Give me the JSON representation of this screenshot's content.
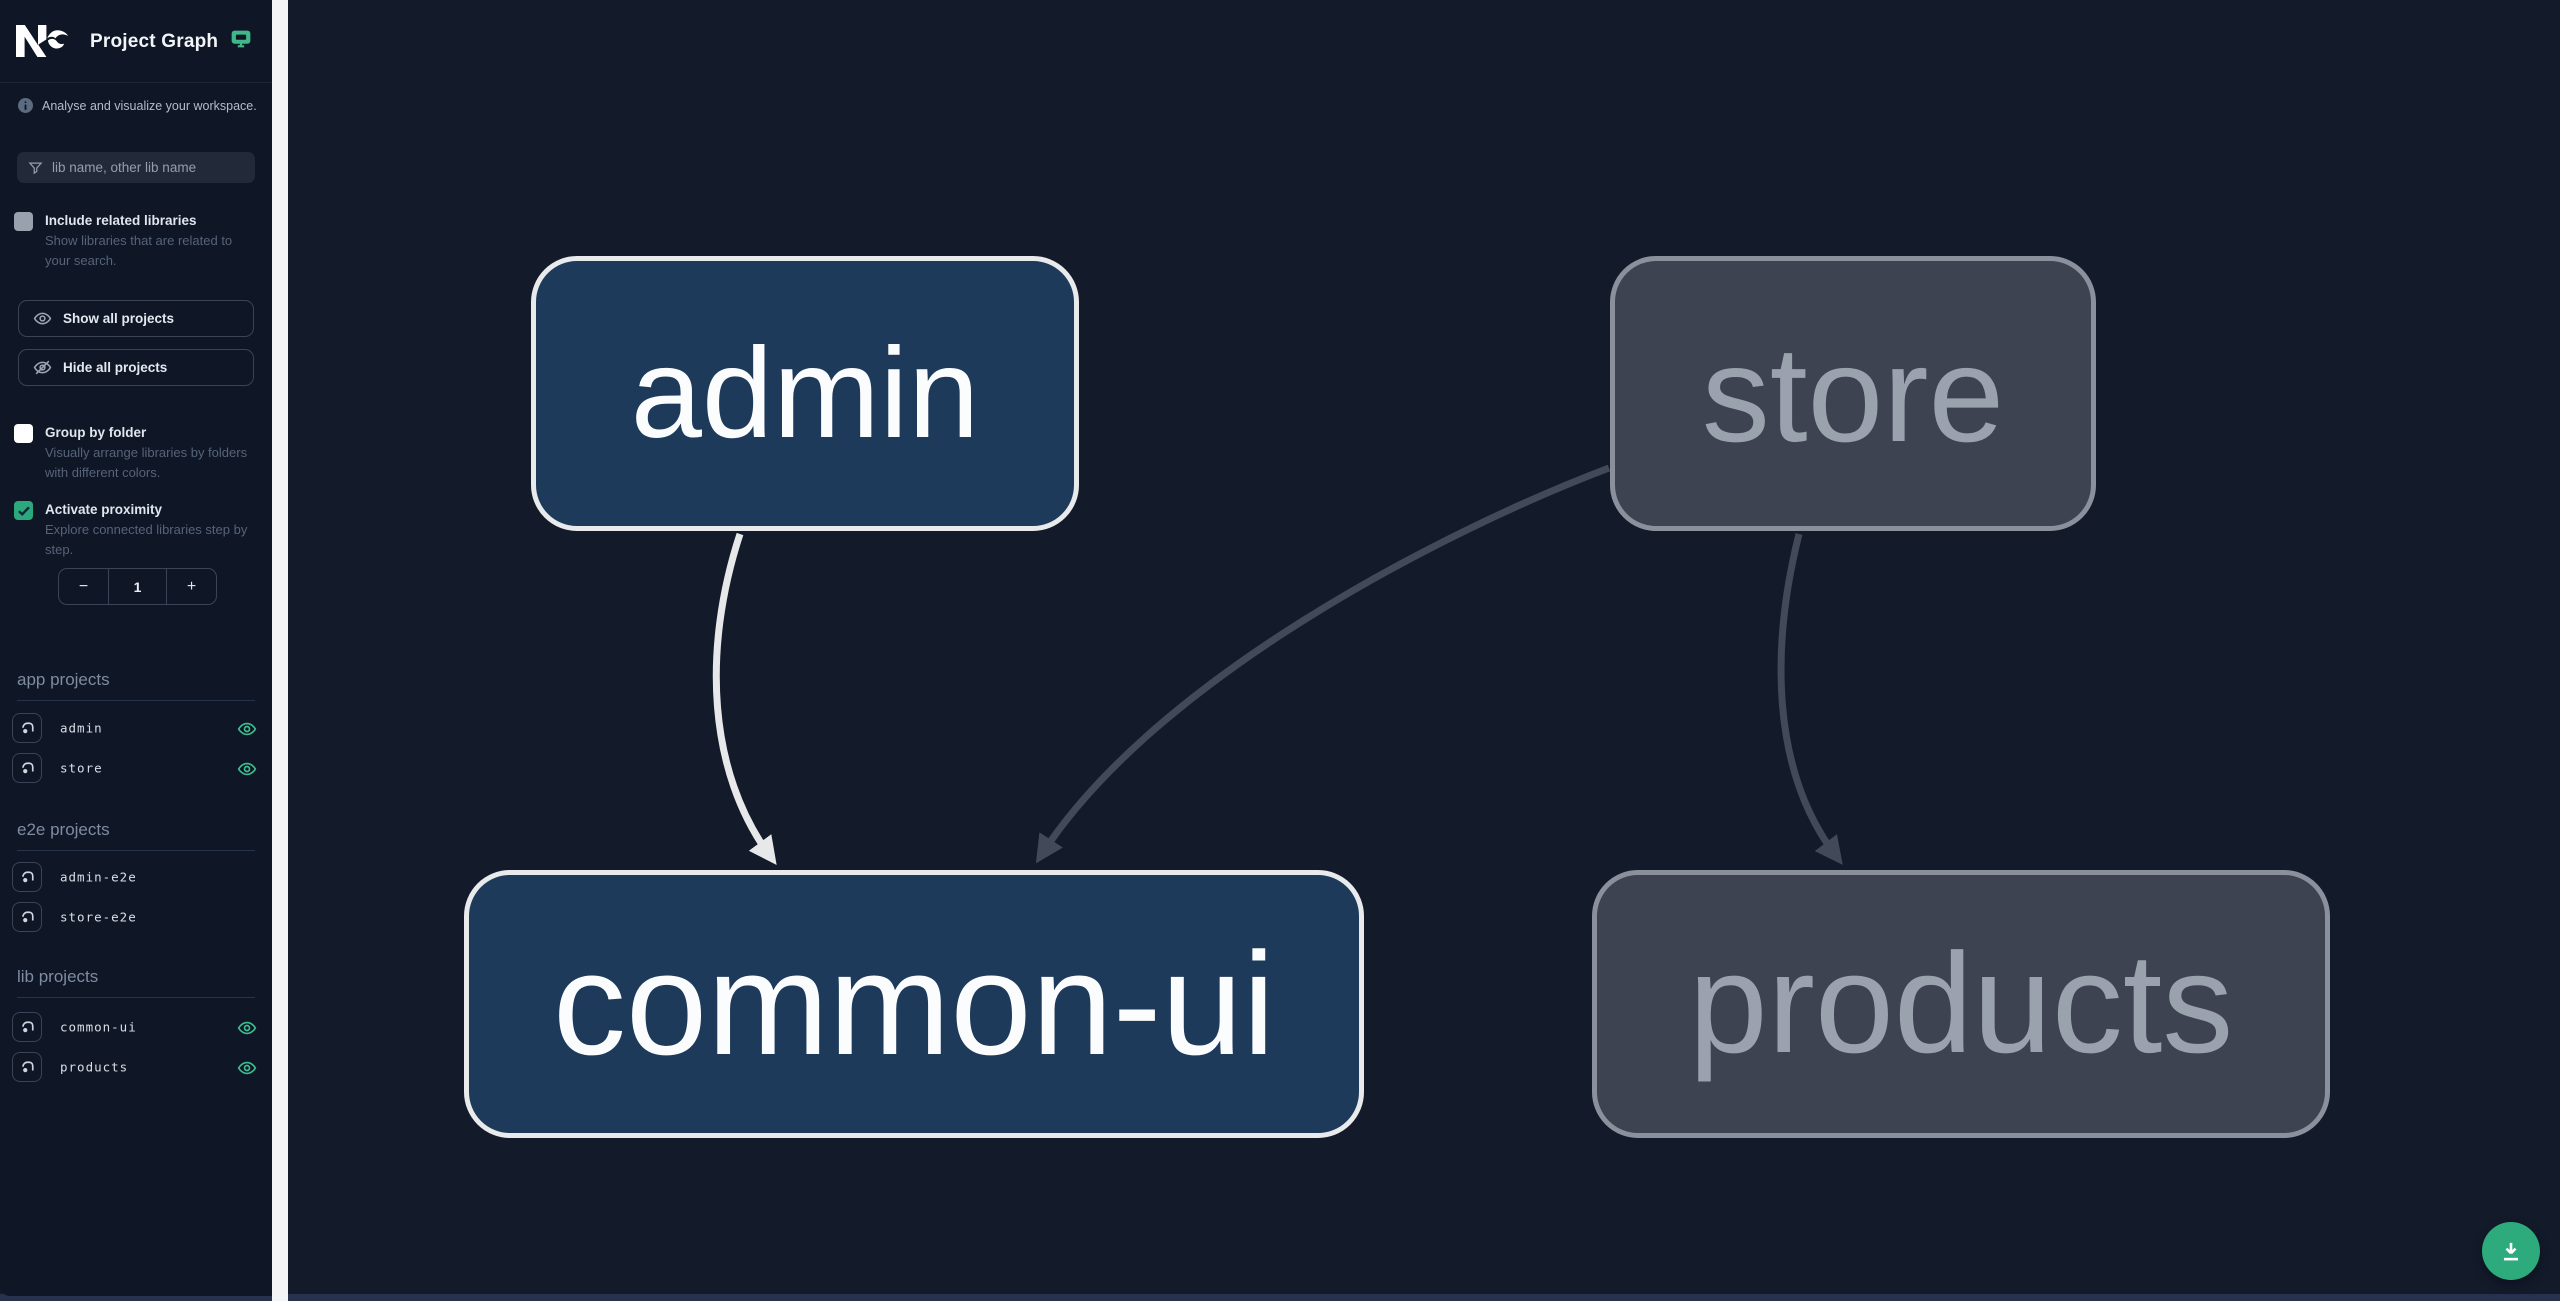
{
  "header": {
    "title": "Project Graph"
  },
  "sidebar": {
    "tagline": "Analyse and visualize your workspace.",
    "search": {
      "placeholder": "lib name, other lib name"
    },
    "options": {
      "include_related": {
        "label": "Include related libraries",
        "description": "Show libraries that are related to your search.",
        "checked": false
      },
      "group_by_folder": {
        "label": "Group by folder",
        "description": "Visually arrange libraries by folders with different colors.",
        "checked": false
      },
      "activate_proximity": {
        "label": "Activate proximity",
        "description": "Explore connected libraries step by step.",
        "checked": true
      }
    },
    "buttons": {
      "show_all": "Show all projects",
      "hide_all": "Hide all projects"
    },
    "proximity_stepper": {
      "decrement": "−",
      "value": "1",
      "increment": "+"
    },
    "sections": [
      {
        "title": "app projects",
        "items": [
          {
            "name": "admin",
            "visible": true
          },
          {
            "name": "store",
            "visible": true
          }
        ]
      },
      {
        "title": "e2e projects",
        "items": [
          {
            "name": "admin-e2e",
            "visible": false
          },
          {
            "name": "store-e2e",
            "visible": false
          }
        ]
      },
      {
        "title": "lib projects",
        "items": [
          {
            "name": "common-ui",
            "visible": true
          },
          {
            "name": "products",
            "visible": true
          }
        ]
      }
    ]
  },
  "graph": {
    "nodes": [
      {
        "label": "admin",
        "type": "app",
        "state": "highlighted"
      },
      {
        "label": "store",
        "type": "app",
        "state": "dimmed"
      },
      {
        "label": "common-ui",
        "type": "lib",
        "state": "highlighted"
      },
      {
        "label": "products",
        "type": "lib",
        "state": "dimmed"
      }
    ],
    "edges": [
      {
        "from": "admin",
        "to": "common-ui",
        "state": "highlighted"
      },
      {
        "from": "store",
        "to": "common-ui",
        "state": "dimmed"
      },
      {
        "from": "store",
        "to": "products",
        "state": "dimmed"
      }
    ]
  },
  "fab": {
    "action": "download"
  },
  "colors": {
    "sidebar_bg": "#0f1626",
    "canvas_bg": "#131a2a",
    "accent_green": "#2dab7c",
    "eye_green": "#3fbf8e",
    "node_highlighted_fill": "#1e3a5b",
    "node_highlighted_border": "#e9eaec",
    "node_dimmed_fill": "#3d4351",
    "node_dimmed_border": "#8b919c",
    "edge_highlighted": "#e7e8ea",
    "edge_dimmed": "#424a59",
    "scroll_strip": "#f2f4f6"
  }
}
